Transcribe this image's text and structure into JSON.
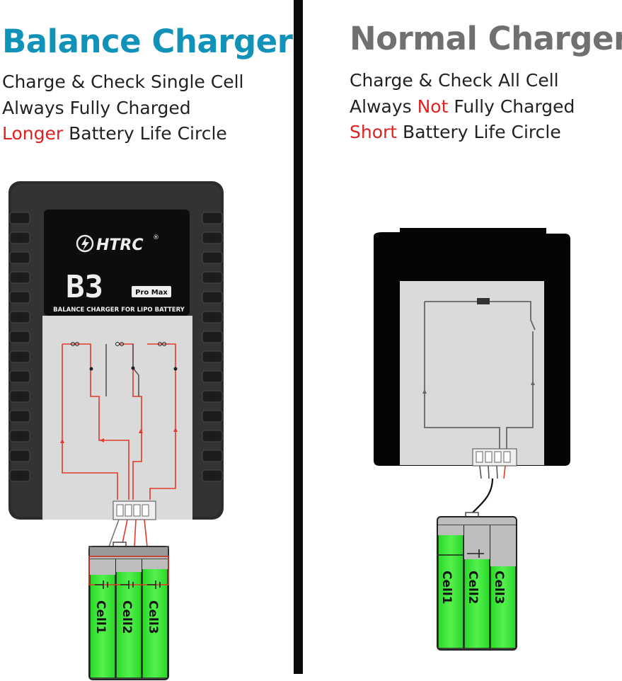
{
  "left": {
    "heading": "Balance Charger",
    "lines": [
      {
        "pre": "",
        "red": "",
        "post": "Charge & Check Single Cell"
      },
      {
        "pre": "",
        "red": "",
        "post": "Always Fully Charged"
      },
      {
        "pre": "",
        "red": "Longer",
        "post": " Battery Life Circle"
      }
    ],
    "device": {
      "brand": "HTRC",
      "model": "B3",
      "model_suffix": "Pro Max",
      "subtitle": "BALANCE CHARGER FOR LIPO BATTERY"
    },
    "cells": [
      "Cell1",
      "Cell2",
      "Cell3"
    ]
  },
  "right": {
    "heading": "Normal Charger",
    "lines": [
      {
        "pre": "",
        "red": "",
        "post": "Charge & Check All Cell"
      },
      {
        "pre": "Always ",
        "red": "Not",
        "post": " Fully Charged"
      },
      {
        "pre": "",
        "red": "Short",
        "post": " Battery Life Circle"
      }
    ],
    "cells": [
      "Cell1",
      "Cell2",
      "Cell3"
    ]
  },
  "colors": {
    "balance_heading": "#1192b8",
    "normal_heading": "#707070",
    "highlight": "#e02121",
    "circuit_red": "#e03a2a",
    "cell_green": "#3ee83a"
  }
}
